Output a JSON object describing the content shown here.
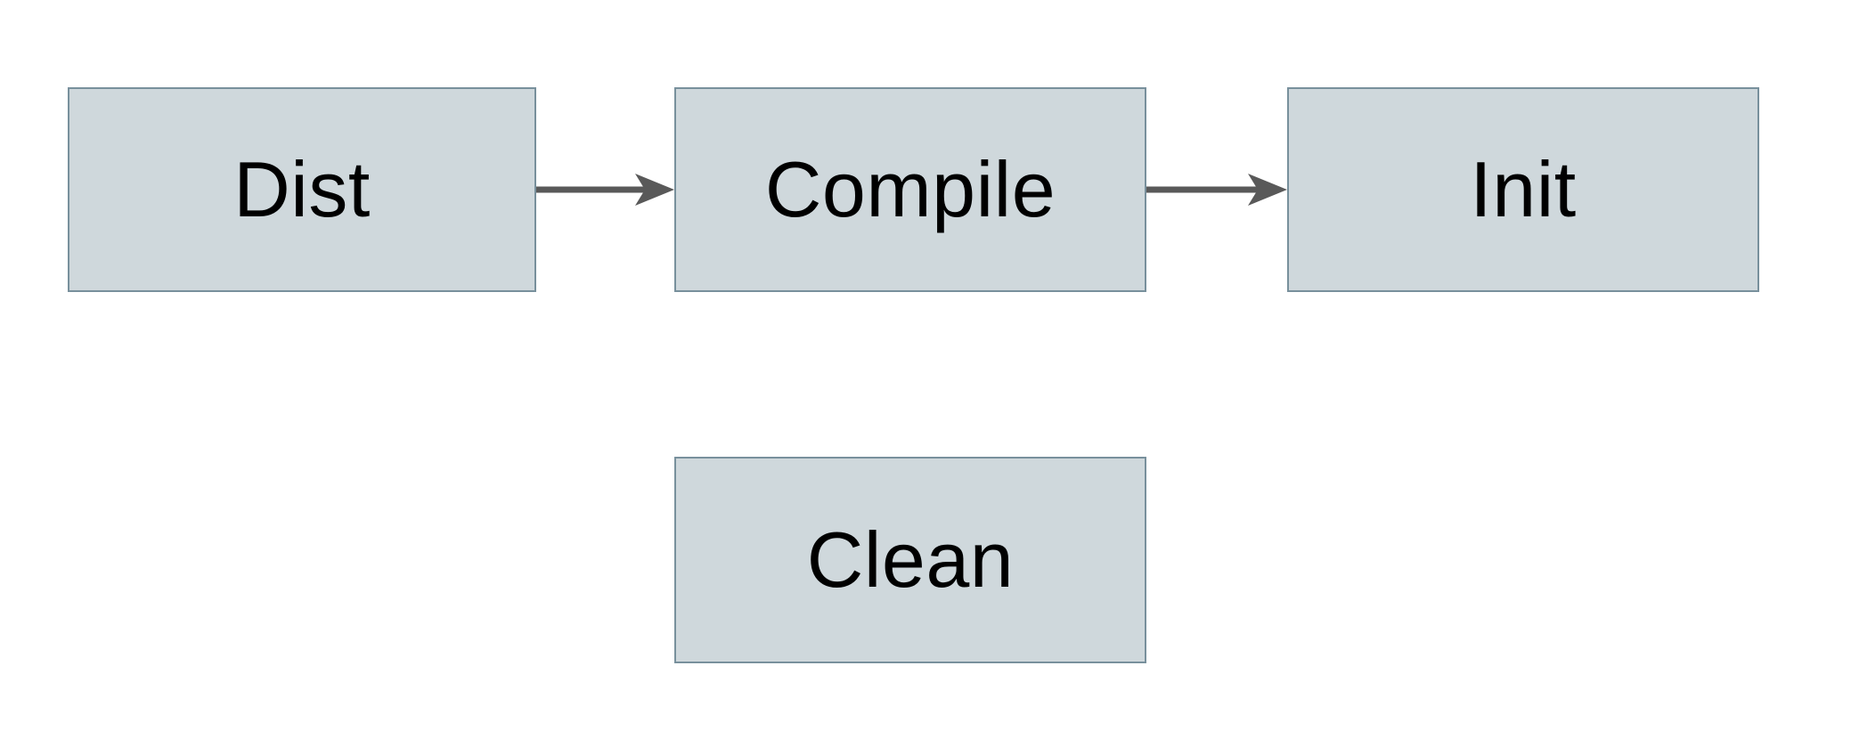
{
  "diagram": {
    "type": "flowchart",
    "colors": {
      "background_color": "#ffffff",
      "node_fill": "#cfd8dc",
      "node_border": "#78909c",
      "arrow_color": "#595959",
      "text_color": "#000000"
    },
    "nodes": [
      {
        "id": "dist",
        "label": "Dist"
      },
      {
        "id": "compile",
        "label": "Compile"
      },
      {
        "id": "init",
        "label": "Init"
      },
      {
        "id": "clean",
        "label": "Clean"
      }
    ],
    "edges": [
      {
        "from": "Dist",
        "to": "Compile",
        "style": "arrow-right"
      },
      {
        "from": "Compile",
        "to": "Init",
        "style": "arrow-right"
      }
    ]
  }
}
